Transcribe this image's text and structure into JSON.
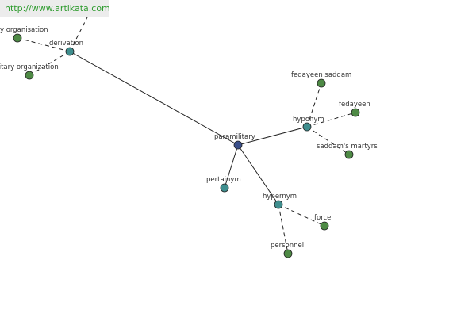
{
  "banner": {
    "url": "http://www.artikata.com"
  },
  "colors": {
    "center": "#3a4f8a",
    "relation": "#3f8e8e",
    "leaf": "#4e8a45",
    "edge": "#222222",
    "banner_text": "#2e9b2e"
  },
  "graph": {
    "nodes": [
      {
        "id": "paramilitary",
        "label": "paramilitary",
        "kind": "center"
      },
      {
        "id": "derivation",
        "label": "derivation",
        "kind": "relation"
      },
      {
        "id": "hyponym",
        "label": "hyponym",
        "kind": "relation"
      },
      {
        "id": "hypernym",
        "label": "hypernym",
        "kind": "relation"
      },
      {
        "id": "pertainym",
        "label": "pertainym",
        "kind": "relation"
      },
      {
        "id": "paramilitary-organisation",
        "label": "y organisation",
        "kind": "leaf"
      },
      {
        "id": "paramilitary-organization",
        "label": "ilitary organization",
        "kind": "leaf"
      },
      {
        "id": "fedayeen-saddam",
        "label": "fedayeen saddam",
        "kind": "leaf"
      },
      {
        "id": "fedayeen",
        "label": "fedayeen",
        "kind": "leaf"
      },
      {
        "id": "saddams-martyrs",
        "label": "saddam's martyrs",
        "kind": "leaf"
      },
      {
        "id": "force",
        "label": "force",
        "kind": "leaf"
      },
      {
        "id": "personnel",
        "label": "personnel",
        "kind": "leaf"
      }
    ],
    "edges": [
      {
        "from": "paramilitary",
        "to": "derivation",
        "style": "solid"
      },
      {
        "from": "paramilitary",
        "to": "hyponym",
        "style": "solid"
      },
      {
        "from": "paramilitary",
        "to": "hypernym",
        "style": "solid"
      },
      {
        "from": "paramilitary",
        "to": "pertainym",
        "style": "solid"
      },
      {
        "from": "derivation",
        "to": "paramilitary-organisation",
        "style": "dashed"
      },
      {
        "from": "derivation",
        "to": "paramilitary-organization",
        "style": "dashed"
      },
      {
        "from": "derivation",
        "to": "offscreen-top",
        "style": "dashed"
      },
      {
        "from": "hyponym",
        "to": "fedayeen-saddam",
        "style": "dashed"
      },
      {
        "from": "hyponym",
        "to": "fedayeen",
        "style": "dashed"
      },
      {
        "from": "hyponym",
        "to": "saddams-martyrs",
        "style": "dashed"
      },
      {
        "from": "hypernym",
        "to": "force",
        "style": "dashed"
      },
      {
        "from": "hypernym",
        "to": "personnel",
        "style": "dashed"
      }
    ]
  }
}
